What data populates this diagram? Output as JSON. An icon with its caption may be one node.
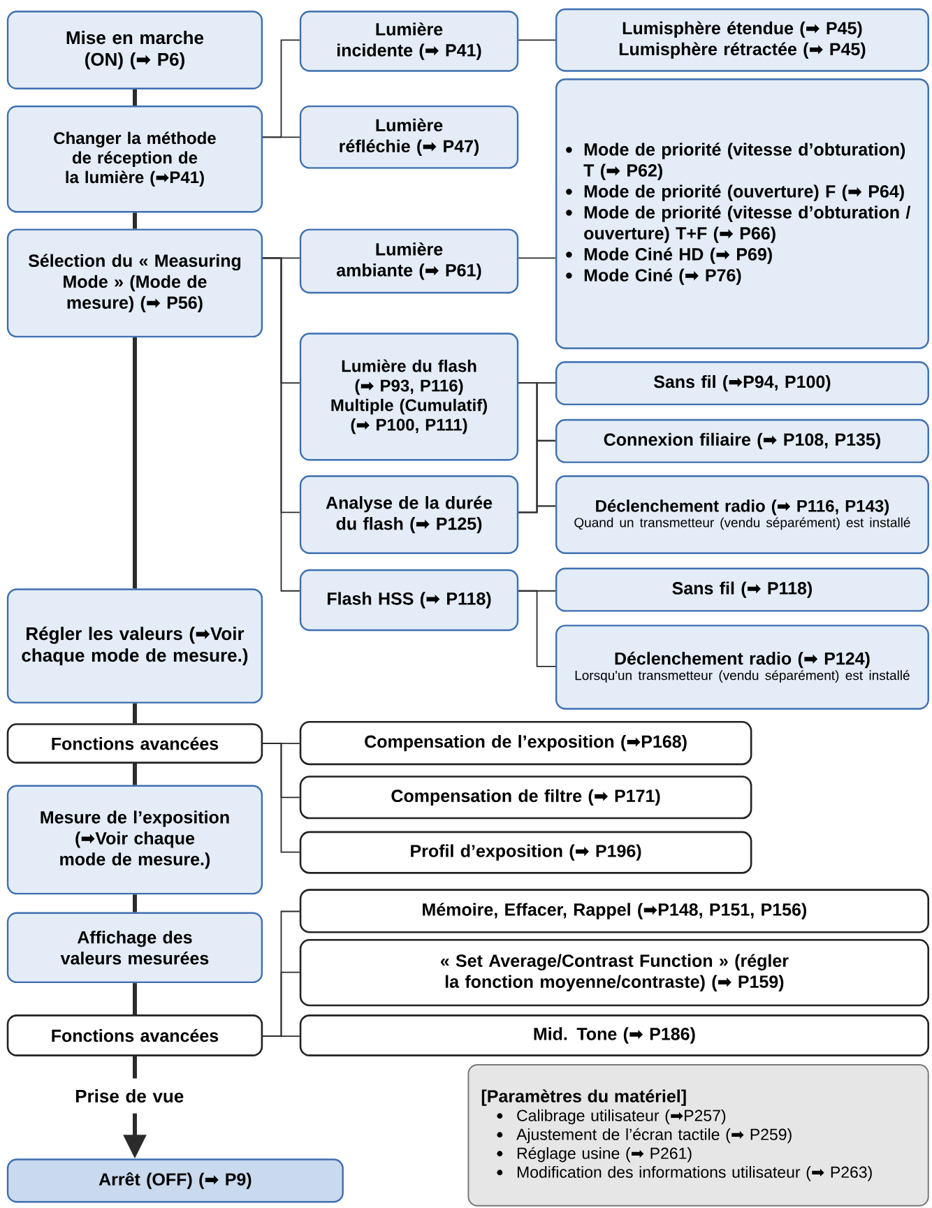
{
  "diagram": {
    "nodes": [
      {
        "text": [
          "Mise en marche (ON) (➡ P6)"
        ]
      },
      {
        "text": [
          "Changer la méthode de réception de la lumière (➡P41)"
        ]
      },
      {
        "text": [
          "Sélection du « Measuring Mode » (Mode de mesure) (➡ P56)"
        ]
      },
      {
        "text": [
          "Lumière incidente (➡ P41)"
        ]
      },
      {
        "text": [
          "Lumière réfléchie (➡ P47)"
        ]
      },
      {
        "text": [
          "Lumière ambiante (➡ P61)"
        ]
      },
      {
        "text": [
          "Lumière du flash (➡ P93, P116)",
          "Multiple (Cumulatif) (➡ P100, P111)"
        ]
      },
      {
        "text": [
          "Analyse de la durée du flash (➡ P125)"
        ]
      },
      {
        "text": [
          "Flash HSS (➡ P118)"
        ]
      },
      {
        "text": [
          "Lumisphère étendue (➡ P45)",
          "Lumisphère rétractée (➡ P45)"
        ]
      },
      {
        "text": [
          "Mode de priorité (vitesse d’obturation) T (➡ P62)",
          "Mode de priorité (ouverture) F (➡ P64)",
          "Mode de priorité (vitesse d’obturation / ouverture) T+F (➡ P66)",
          "Mode Ciné HD (➡ P69)",
          "Mode Ciné (➡ P76)"
        ]
      },
      {
        "text": [
          "Sans fil (➡P94, P100)"
        ]
      },
      {
        "text": [
          "Connexion filiaire (➡ P108, P135)"
        ]
      },
      {
        "text": [
          "Déclenchement radio (➡ P116, P143)",
          "Quand un transmetteur (vendu séparément) est installé"
        ]
      },
      {
        "text": [
          "Sans fil (➡ P118)"
        ]
      },
      {
        "text": [
          "Déclenchement radio (➡ P124)",
          "Lorsqu'un transmetteur (vendu séparément) est installé"
        ]
      },
      {
        "text": [
          "Régler les valeurs (➡Voir chaque mode de mesure.)"
        ]
      },
      {
        "text": [
          "Fonctions avancées"
        ]
      },
      {
        "text": [
          "Compensation de l’exposition (➡P168)"
        ]
      },
      {
        "text": [
          "Compensation de filtre (➡ P171)"
        ]
      },
      {
        "text": [
          "Profil d’exposition (➡ P196)"
        ]
      },
      {
        "text": [
          "Mesure de l’exposition (➡Voir chaque mode de mesure.)"
        ]
      },
      {
        "text": [
          "Affichage des valeurs mesurées"
        ]
      },
      {
        "text": [
          "Mémoire, Effacer, Rappel (➡P148, P151, P156)"
        ]
      },
      {
        "text": [
          "« Set Average/Contrast Function » (régler la fonction moyenne/contraste) (➡ P159)"
        ]
      },
      {
        "text": [
          "Fonctions avancées"
        ]
      },
      {
        "text": [
          "Mid. Tone (➡ P186)"
        ]
      },
      {
        "text": [
          "Prise de vue"
        ]
      },
      {
        "text": [
          "Arrêt (OFF) (➡ P9)"
        ]
      },
      {
        "text": [
          "[Paramètres du matériel]",
          "Calibrage utilisateur (➡P257)",
          "Ajustement de l’écran tactile (➡ P259)",
          "Réglage usine (➡ P261)",
          "Modification des informations utilisateur (➡ P263)"
        ]
      }
    ],
    "edges": [
      {
        "from": 0,
        "to": 1,
        "arrow": "none",
        "style": "thick"
      },
      {
        "from": 1,
        "to": 2,
        "arrow": "none",
        "style": "thick"
      },
      {
        "from": 2,
        "to": 16,
        "arrow": "none",
        "style": "thick"
      },
      {
        "from": 16,
        "to": 17,
        "arrow": "none",
        "style": "thick"
      },
      {
        "from": 17,
        "to": 21,
        "arrow": "none",
        "style": "thick"
      },
      {
        "from": 21,
        "to": 22,
        "arrow": "none",
        "style": "thick"
      },
      {
        "from": 22,
        "to": 25,
        "arrow": "none",
        "style": "thick"
      },
      {
        "from": 25,
        "to": 27,
        "arrow": "none",
        "style": "thick"
      },
      {
        "from": 27,
        "to": 28,
        "arrow": "to",
        "style": "thick"
      },
      {
        "from": 1,
        "to": 3,
        "arrow": "none"
      },
      {
        "from": 1,
        "to": 4,
        "arrow": "none"
      },
      {
        "from": 3,
        "to": 9,
        "arrow": "none"
      },
      {
        "from": 2,
        "to": 5,
        "arrow": "none"
      },
      {
        "from": 2,
        "to": 6,
        "arrow": "none"
      },
      {
        "from": 2,
        "to": 7,
        "arrow": "none"
      },
      {
        "from": 2,
        "to": 8,
        "arrow": "none"
      },
      {
        "from": 5,
        "to": 10,
        "arrow": "none"
      },
      {
        "from": 6,
        "to": 11,
        "arrow": "none"
      },
      {
        "from": 6,
        "to": 12,
        "arrow": "none"
      },
      {
        "from": 6,
        "to": 13,
        "arrow": "none"
      },
      {
        "from": 7,
        "to": 11,
        "arrow": "none"
      },
      {
        "from": 7,
        "to": 12,
        "arrow": "none"
      },
      {
        "from": 7,
        "to": 13,
        "arrow": "none"
      },
      {
        "from": 8,
        "to": 14,
        "arrow": "none"
      },
      {
        "from": 8,
        "to": 15,
        "arrow": "none"
      },
      {
        "from": 17,
        "to": 18,
        "arrow": "none"
      },
      {
        "from": 17,
        "to": 19,
        "arrow": "none"
      },
      {
        "from": 17,
        "to": 20,
        "arrow": "none"
      },
      {
        "from": 25,
        "to": 23,
        "arrow": "none"
      },
      {
        "from": 25,
        "to": 24,
        "arrow": "none"
      },
      {
        "from": 25,
        "to": 26,
        "arrow": "none"
      }
    ]
  }
}
